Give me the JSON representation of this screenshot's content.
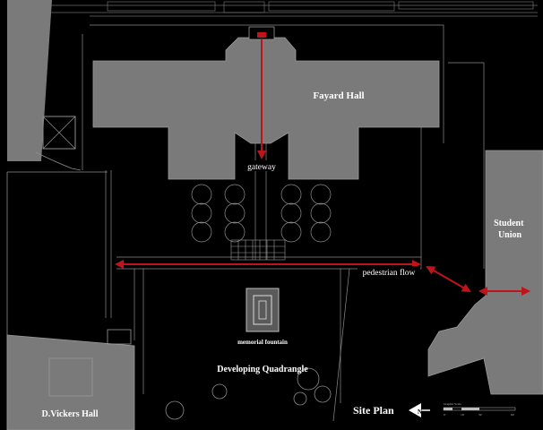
{
  "buildings": {
    "fayard_hall": "Fayard Hall",
    "student_union": [
      "Student",
      "Union"
    ],
    "d_vickers_hall": "D.Vickers Hall"
  },
  "areas": {
    "memorial_fountain": "memorial fountain",
    "developing_quadrangle": "Developing Quadrangle"
  },
  "annotations": {
    "gateway": "gateway",
    "pedestrian_flow": "pedestrian flow"
  },
  "legend": {
    "title": "Site Plan",
    "north": "N",
    "scale_caption": "Graphic Scale",
    "scale_ticks": [
      "0'",
      "16'",
      "32'",
      "64'"
    ]
  },
  "colors": {
    "background": "#000000",
    "building_fill": "#7a7a7a",
    "linework": "#8c8c8c",
    "flow_arrow": "#c0141c",
    "label": "#ffffff"
  }
}
